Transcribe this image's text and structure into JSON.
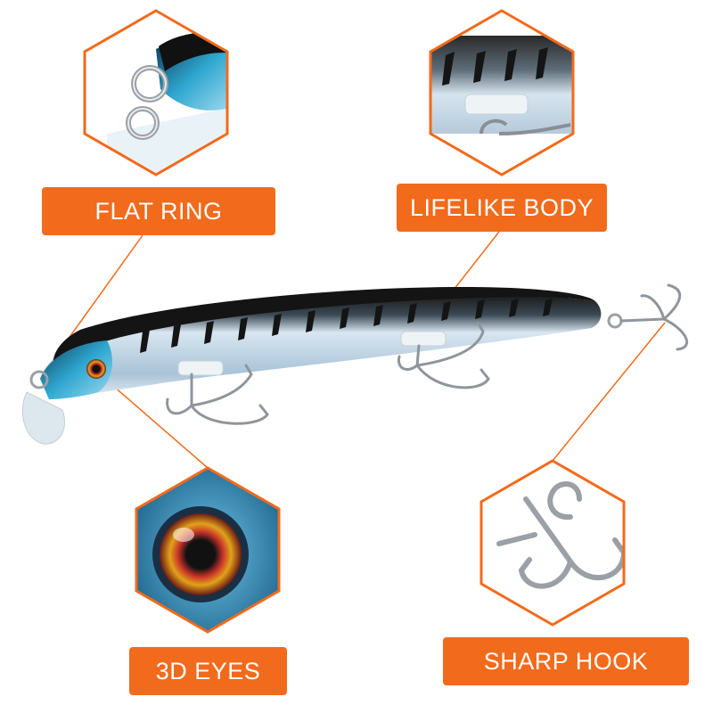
{
  "colors": {
    "accent": "#f26a1b",
    "body_light": "#c9dcea",
    "body_back": "#1a1a1a",
    "head": "#2ba0c8",
    "eye_ring": "#c8332a",
    "hook_metal": "#8a8f96"
  },
  "callouts": [
    {
      "name": "flat-ring",
      "label": "FLAT RING"
    },
    {
      "name": "lifelike-body",
      "label": "LIFELIKE BODY"
    },
    {
      "name": "3d-eyes",
      "label": "3D EYES"
    },
    {
      "name": "sharp-hook",
      "label": "SHARP HOOK"
    }
  ]
}
